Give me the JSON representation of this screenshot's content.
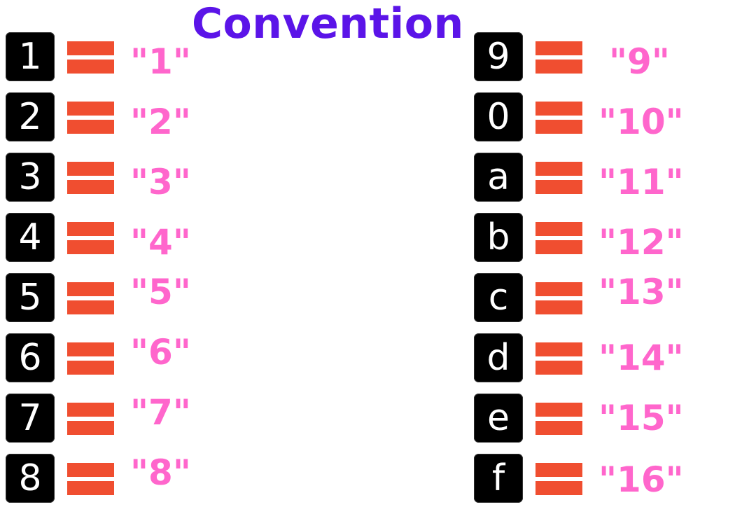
{
  "title": "Convention",
  "colors": {
    "title": "#5b14e8",
    "value": "#ff66cc",
    "equals": "#f04e30",
    "key_bg": "#000000",
    "key_text": "#ffffff"
  },
  "left_column": [
    {
      "key": "1",
      "value": "\"1\""
    },
    {
      "key": "2",
      "value": "\"2\""
    },
    {
      "key": "3",
      "value": "\"3\""
    },
    {
      "key": "4",
      "value": "\"4\""
    },
    {
      "key": "5",
      "value": "\"5\""
    },
    {
      "key": "6",
      "value": "\"6\""
    },
    {
      "key": "7",
      "value": "\"7\""
    },
    {
      "key": "8",
      "value": "\"8\""
    }
  ],
  "right_column": [
    {
      "key": "9",
      "value": "\"9\""
    },
    {
      "key": "0",
      "value": "\"10\""
    },
    {
      "key": "a",
      "value": "\"11\""
    },
    {
      "key": "b",
      "value": "\"12\""
    },
    {
      "key": "c",
      "value": "\"13\""
    },
    {
      "key": "d",
      "value": "\"14\""
    },
    {
      "key": "e",
      "value": "\"15\""
    },
    {
      "key": "f",
      "value": "\"16\""
    }
  ]
}
